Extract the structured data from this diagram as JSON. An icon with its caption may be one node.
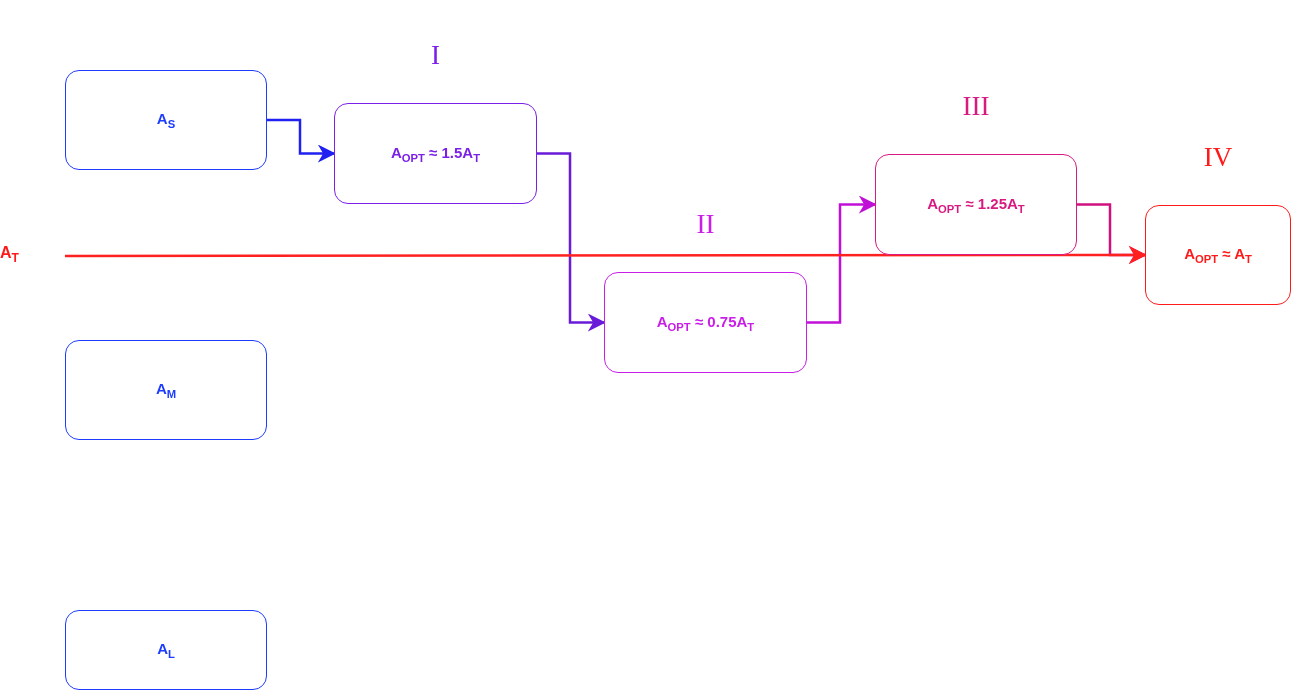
{
  "diagram": {
    "nodes": [
      {
        "text": [
          "A$_{S}$"
        ]
      },
      {
        "text": [
          "A$_{M}$"
        ]
      },
      {
        "text": [
          "A$_{L}$"
        ]
      },
      {
        "text": [
          "A$_{T}$"
        ]
      },
      {
        "text": [
          "I",
          "A$_{OPT}$ ≈ 1.5A$_{T}$"
        ]
      },
      {
        "text": [
          "II",
          "A$_{OPT}$ ≈ 0.75A$_{T}$"
        ]
      },
      {
        "text": [
          "III",
          "A$_{OPT}$ ≈ 1.25A$_{T}$"
        ]
      },
      {
        "text": [
          "IV",
          "A$_{OPT}$ ≈ A$_{T}$"
        ]
      }
    ],
    "edges": [
      {
        "from": 0,
        "to": 4,
        "arrow": "to",
        "color": "#2020f0"
      },
      {
        "from": 4,
        "to": 5,
        "arrow": "to",
        "color": "#6a1bd8"
      },
      {
        "from": 5,
        "to": 6,
        "arrow": "to",
        "color": "#c010d8"
      },
      {
        "from": 6,
        "to": 7,
        "arrow": "to",
        "color": "#d0107f"
      },
      {
        "from": 3,
        "to": 7,
        "arrow": "to",
        "color": "#ff2020"
      }
    ]
  }
}
